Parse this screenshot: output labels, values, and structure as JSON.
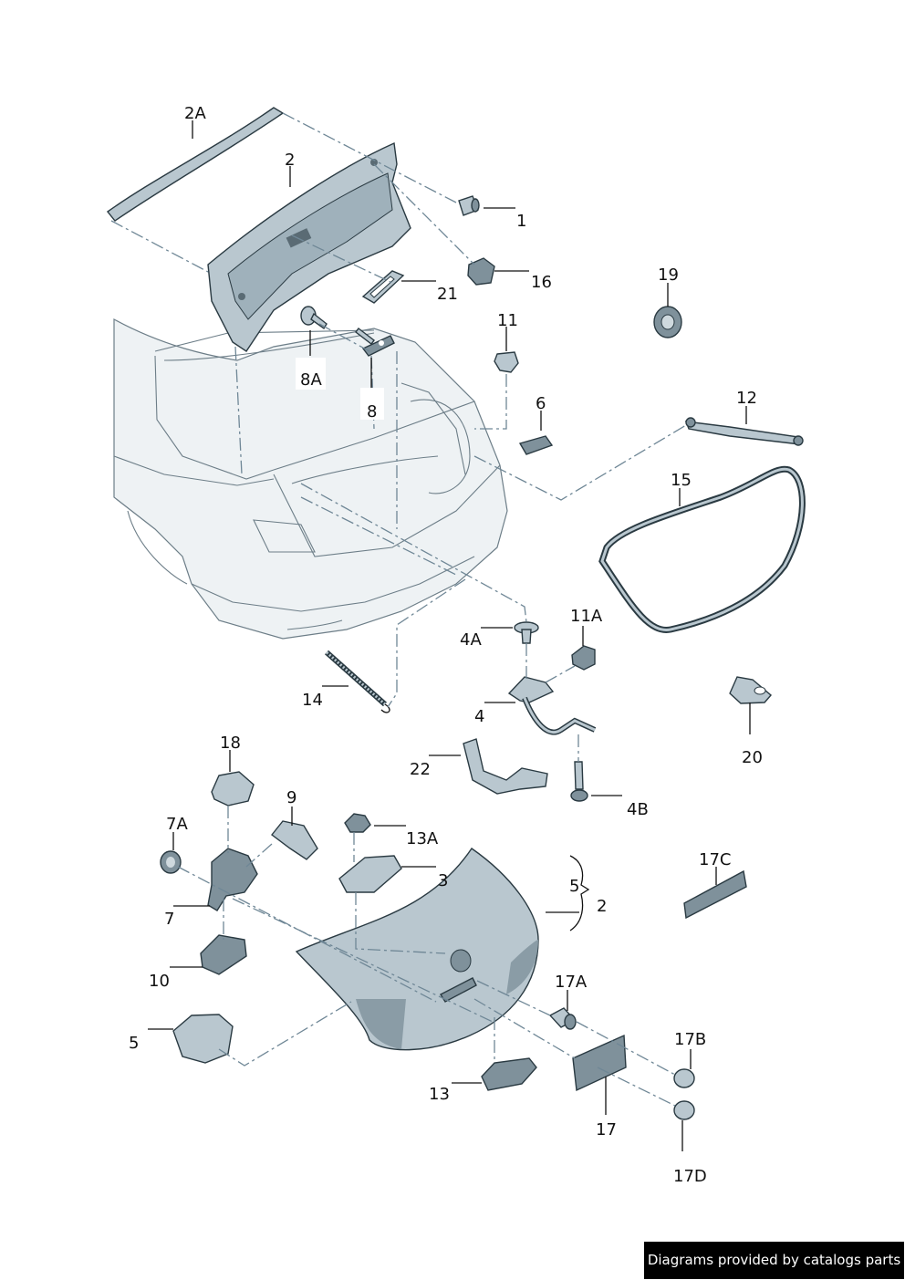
{
  "labels": [
    "2A",
    "2",
    "1",
    "16",
    "21",
    "19",
    "8A",
    "8",
    "11",
    "6",
    "12",
    "15",
    "4A",
    "11A",
    "14",
    "4",
    "20",
    "22",
    "4B",
    "18",
    "9",
    "7A",
    "13A",
    "3",
    "5",
    "2",
    "17C",
    "7",
    "10",
    "17A",
    "5",
    "17B",
    "13",
    "17",
    "17D"
  ],
  "footer": {
    "text": "Diagrams provided by catalogs parts"
  }
}
